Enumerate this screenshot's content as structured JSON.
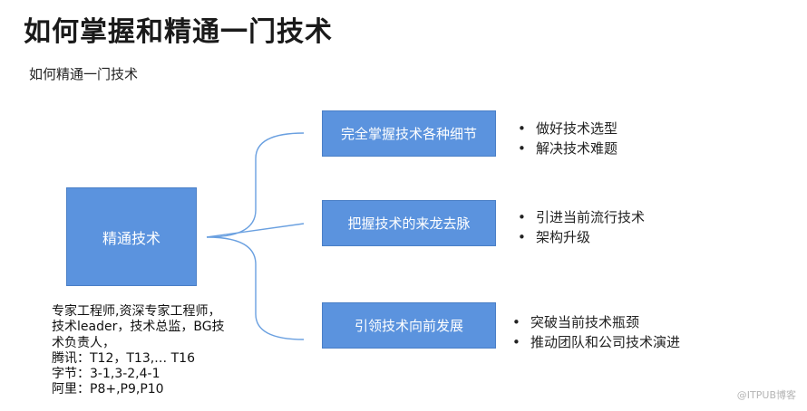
{
  "title": "如何掌握和精通一门技术",
  "subtitle": "如何精通一门技术",
  "diagram": {
    "root": "精通技术",
    "branches": [
      {
        "label": "完全掌握技术各种细节",
        "bullets": [
          "做好技术选型",
          "解决技术难题"
        ]
      },
      {
        "label": "把握技术的来龙去脉",
        "bullets": [
          "引进当前流行技术",
          "架构升级"
        ]
      },
      {
        "label": "引领技术向前发展",
        "bullets": [
          "突破当前技术瓶颈",
          "推动团队和公司技术演进"
        ]
      }
    ]
  },
  "notes": [
    "专家工程师,资深专家工程师，",
    "技术leader，技术总监，BG技",
    "术负责人，",
    "腾讯：T12，T13,… T16",
    "字节：3-1,3-2,4-1",
    "阿里：P8+,P9,P10"
  ],
  "bullet_glyph": "•",
  "colors": {
    "box_fill": "#5b93de",
    "connector": "#6aa0e0"
  },
  "watermark": "@ITPUB博客"
}
